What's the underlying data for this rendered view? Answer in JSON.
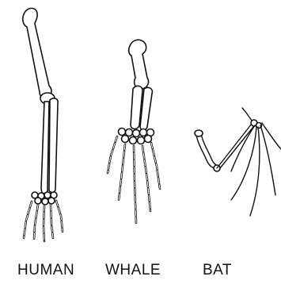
{
  "labels": {
    "human": "HUMAN",
    "whale": "WHALE",
    "bat": "BAT"
  }
}
